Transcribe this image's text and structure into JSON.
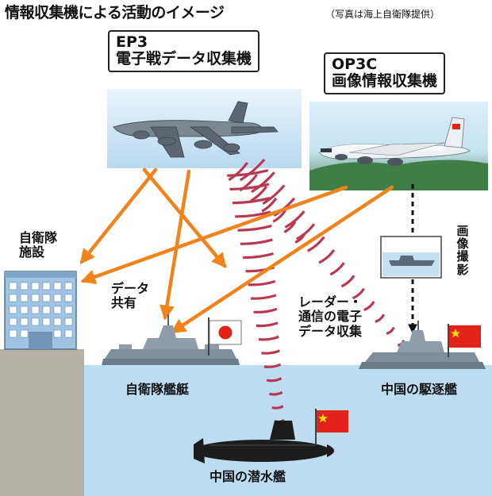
{
  "title": "情報収集機による活動のイメージ",
  "credit": "（写真は海上自衛隊提供）",
  "aircraft": {
    "ep3": {
      "line1": "EP3",
      "line2": "電子戦データ収集機"
    },
    "op3c": {
      "line1": "OP3C",
      "line2": "画像情報収集機"
    }
  },
  "facility": {
    "line1": "自衛隊",
    "line2": "施設"
  },
  "data_share": {
    "line1": "データ",
    "line2": "共有"
  },
  "radar": {
    "line1": "レーダー・",
    "line2": "通信の電子",
    "line3": "データ収集"
  },
  "imaging": {
    "c1": "画",
    "c2": "像",
    "c3": "撮",
    "c4": "影"
  },
  "ships": {
    "jsdf": "自衛隊艦艇",
    "destroyer": "中国の駆逐艦",
    "submarine": "中国の潜水艦"
  },
  "colors": {
    "arrow": "#f0831c",
    "signal": "#b83a52",
    "sea": "#bedcf0",
    "land": "#b5b0a6",
    "building": "#9ec3e4",
    "flag_red": "#e2231a",
    "flag_star": "#ffde00"
  }
}
